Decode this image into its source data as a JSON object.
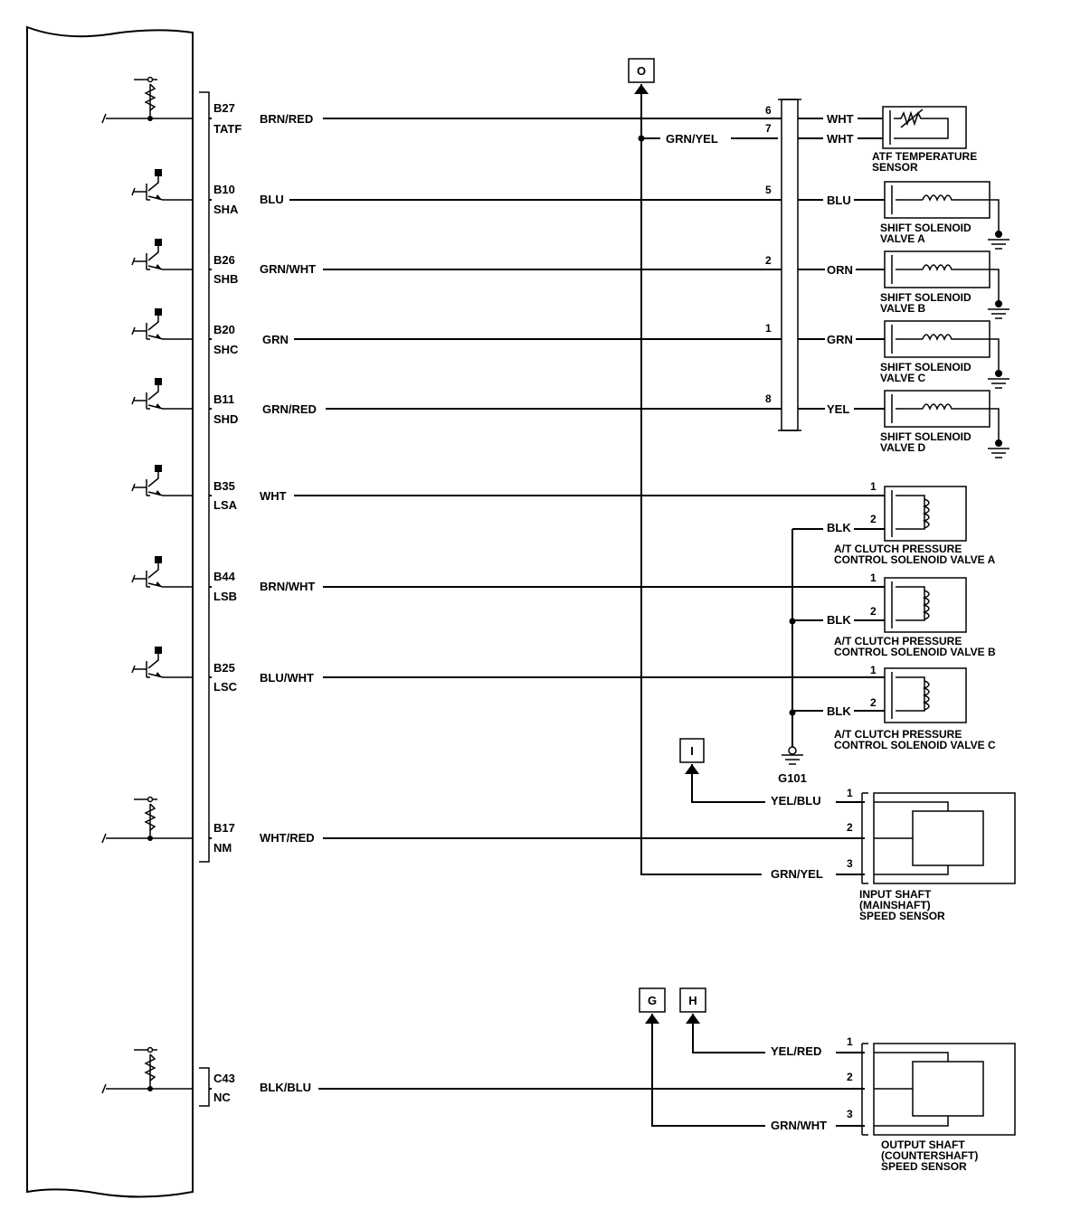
{
  "ecm_pins": [
    {
      "pin": "B27",
      "signal": "TATF",
      "wire": "BRN/RED"
    },
    {
      "pin": "B10",
      "signal": "SHA",
      "wire": "BLU"
    },
    {
      "pin": "B26",
      "signal": "SHB",
      "wire": "GRN/WHT"
    },
    {
      "pin": "B20",
      "signal": "SHC",
      "wire": "GRN"
    },
    {
      "pin": "B11",
      "signal": "SHD",
      "wire": "GRN/RED"
    },
    {
      "pin": "B35",
      "signal": "LSA",
      "wire": "WHT"
    },
    {
      "pin": "B44",
      "signal": "LSB",
      "wire": "BRN/WHT"
    },
    {
      "pin": "B25",
      "signal": "LSC",
      "wire": "BLU/WHT"
    },
    {
      "pin": "B17",
      "signal": "NM",
      "wire": "WHT/RED"
    },
    {
      "pin": "C43",
      "signal": "NC",
      "wire": "BLK/BLU"
    }
  ],
  "connectors": {
    "O": "O",
    "I": "I",
    "G": "G",
    "H": "H"
  },
  "harness": {
    "branch_wire": "GRN/YEL",
    "pins": [
      "6",
      "7",
      "5",
      "2",
      "1",
      "8"
    ],
    "out_wires": [
      "WHT",
      "WHT",
      "BLU",
      "ORN",
      "GRN",
      "YEL"
    ]
  },
  "atf_sensor": {
    "line1": "ATF TEMPERATURE",
    "line2": "SENSOR"
  },
  "shift_solenoids": [
    {
      "line1": "SHIFT SOLENOID",
      "line2": "VALVE A"
    },
    {
      "line1": "SHIFT SOLENOID",
      "line2": "VALVE B"
    },
    {
      "line1": "SHIFT SOLENOID",
      "line2": "VALVE C"
    },
    {
      "line1": "SHIFT SOLENOID",
      "line2": "VALVE D"
    }
  ],
  "clutch_valves": [
    {
      "pin1": "1",
      "pin2": "2",
      "ground_wire": "BLK",
      "line1": "A/T CLUTCH PRESSURE",
      "line2": "CONTROL SOLENOID VALVE A"
    },
    {
      "pin1": "1",
      "pin2": "2",
      "ground_wire": "BLK",
      "line1": "A/T CLUTCH PRESSURE",
      "line2": "CONTROL SOLENOID VALVE B"
    },
    {
      "pin1": "1",
      "pin2": "2",
      "ground_wire": "BLK",
      "line1": "A/T CLUTCH PRESSURE",
      "line2": "CONTROL SOLENOID VALVE C"
    }
  ],
  "ground": {
    "label": "G101"
  },
  "input_sensor": {
    "wire1": "YEL/BLU",
    "wire3": "GRN/YEL",
    "pins": [
      "1",
      "2",
      "3"
    ],
    "line1": "INPUT SHAFT",
    "line2": "(MAINSHAFT)",
    "line3": "SPEED SENSOR"
  },
  "output_sensor": {
    "wire1": "YEL/RED",
    "wire3": "GRN/WHT",
    "pins": [
      "1",
      "2",
      "3"
    ],
    "line1": "OUTPUT SHAFT",
    "line2": "(COUNTERSHAFT)",
    "line3": "SPEED SENSOR"
  }
}
